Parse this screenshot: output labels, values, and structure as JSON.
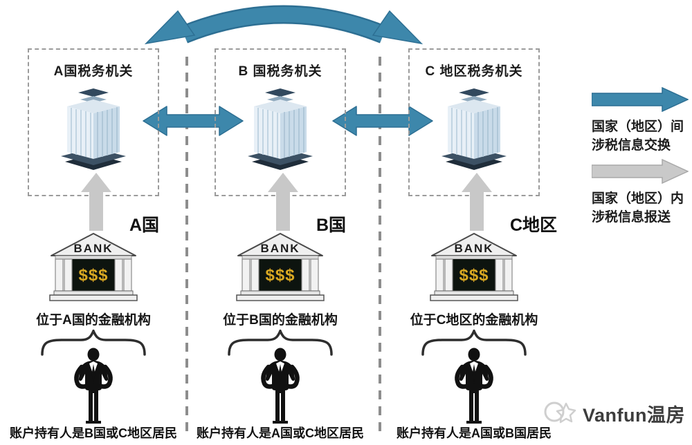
{
  "columns": [
    {
      "authority": "A国税务机关",
      "country": "A国",
      "bank_sign": "BANK",
      "bank_money": "$$$",
      "institution": "位于A国的金融机构",
      "holder": "账户持有人是B国或C地区居民"
    },
    {
      "authority": "B 国税务机关",
      "country": "B国",
      "bank_sign": "BANK",
      "bank_money": "$$$",
      "institution": "位于B国的金融机构",
      "holder": "账户持有人是A国或C地区居民"
    },
    {
      "authority": "C 地区税务机关",
      "country": "C地区",
      "bank_sign": "BANK",
      "bank_money": "$$$",
      "institution": "位于C地区的金融机构",
      "holder": "账户持有人是A国或B国居民"
    }
  ],
  "legend": {
    "exchange": {
      "line1": "国家（地区）间",
      "line2": "涉税信息交换"
    },
    "report": {
      "line1": "国家（地区）内",
      "line2": "涉税信息报送"
    }
  },
  "watermark": {
    "text": "Vanfun温房"
  },
  "icons": {
    "top_exchange_arrow": "curved-double-arrow-icon",
    "between_authorities": "horizontal-double-arrow-icon",
    "bank_to_authority": "up-arrow-icon",
    "tax_office": "office-building-icon",
    "financial_institution": "bank-icon",
    "account_holder": "businessman-silhouette-icon",
    "grouping": "curly-brace-icon",
    "watermark_logo": "maple-leaf-logo-icon"
  },
  "colors": {
    "arrow_teal": "#3d87ab",
    "arrow_teal_dark": "#2d6f93",
    "arrow_gray": "#c8c8c8",
    "gold": "#d9a822",
    "dash_gray": "#8d8d8d",
    "text": "#1c1c1c"
  }
}
